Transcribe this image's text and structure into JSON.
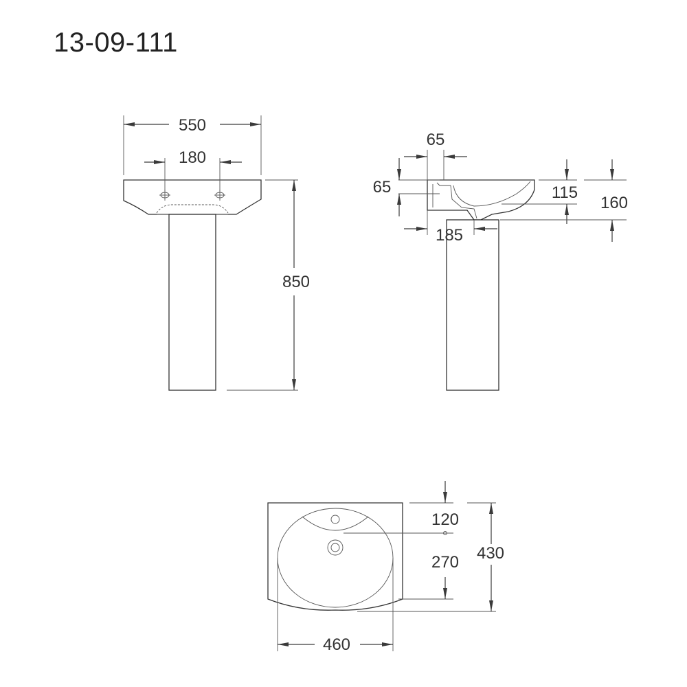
{
  "title": "13-09-111",
  "front_view": {
    "width": "550",
    "tap_spacing": "180",
    "height": "850"
  },
  "side_view": {
    "top_offset": "65",
    "overflow_height": "65",
    "bowl_depth": "115",
    "basin_height": "160",
    "drain_offset": "185"
  },
  "top_view": {
    "tap_to_center": "120",
    "center_to_front": "270",
    "depth": "430",
    "width": "460"
  },
  "colors": {
    "line": "#3a3a3a",
    "text": "#333333"
  }
}
